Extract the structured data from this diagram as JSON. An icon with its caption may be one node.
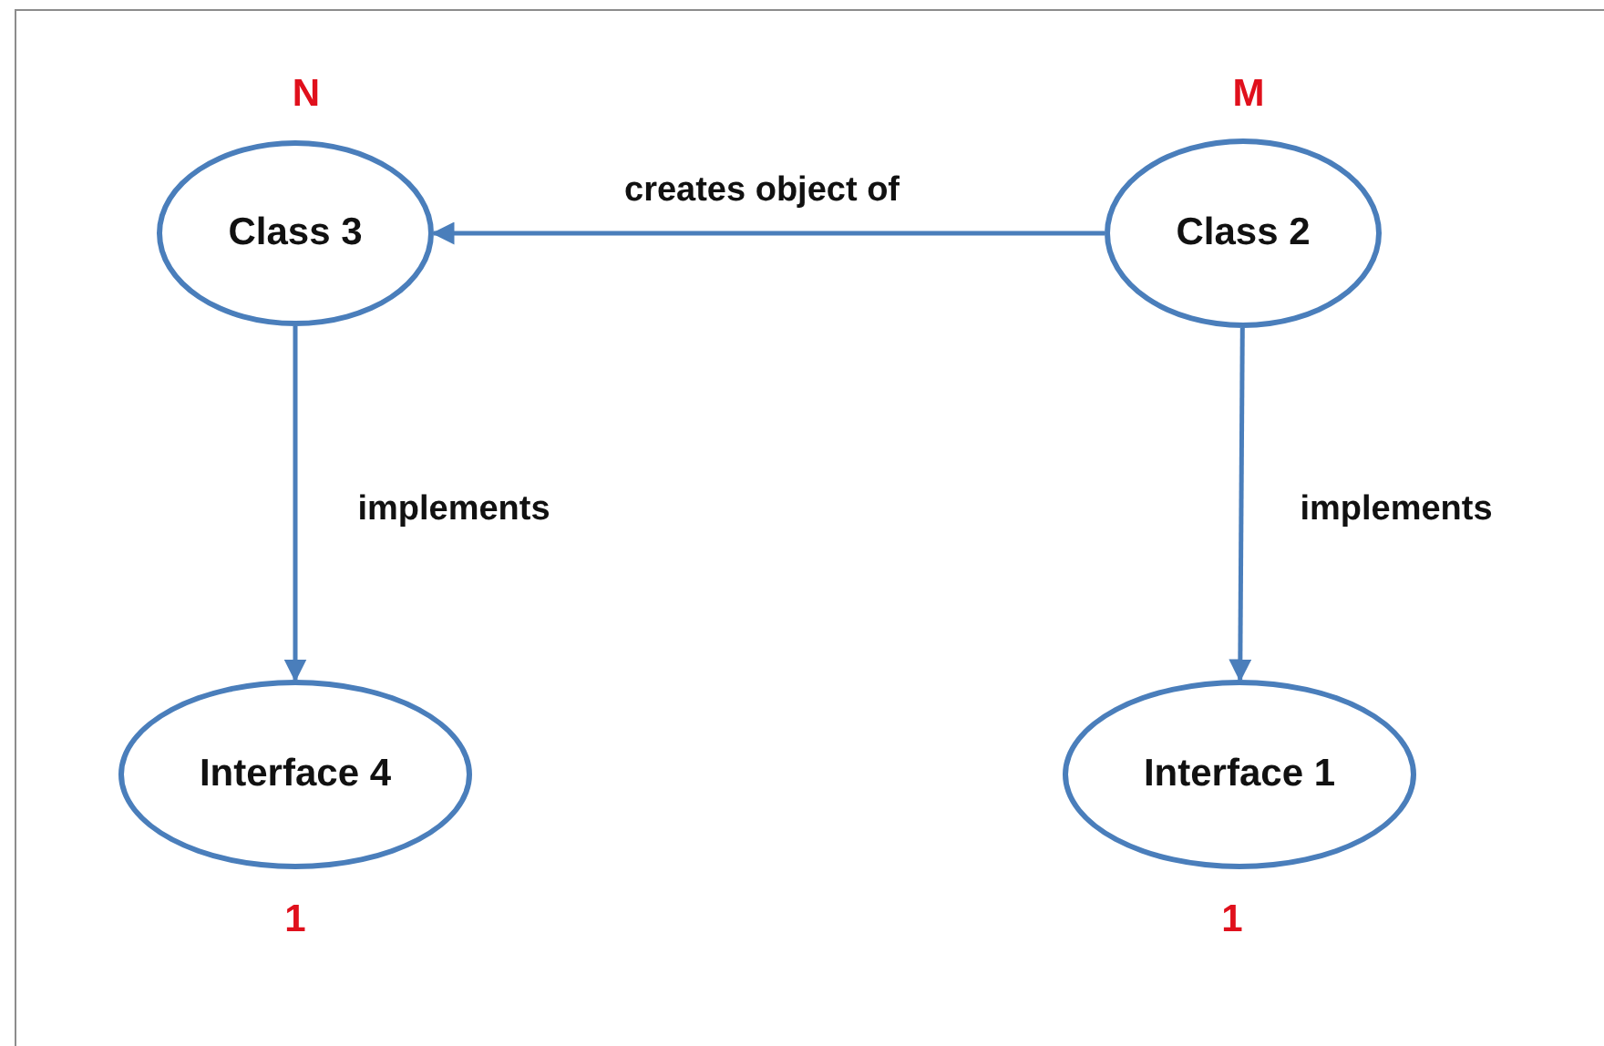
{
  "diagram": {
    "nodes": [
      {
        "text": [
          "Class 3"
        ],
        "beside": [
          "N"
        ]
      },
      {
        "text": [
          "Class 2"
        ],
        "beside": [
          "M"
        ]
      },
      {
        "text": [
          "Interface 4"
        ],
        "beside": [
          "1"
        ]
      },
      {
        "text": [
          "Interface 1"
        ],
        "beside": [
          "1"
        ]
      }
    ],
    "edges": [
      {
        "from": 1,
        "to": 0,
        "arrow": "to",
        "label": "creates object of"
      },
      {
        "from": 0,
        "to": 2,
        "arrow": "to",
        "label": "implements"
      },
      {
        "from": 1,
        "to": 3,
        "arrow": "to",
        "label": "implements"
      }
    ]
  }
}
